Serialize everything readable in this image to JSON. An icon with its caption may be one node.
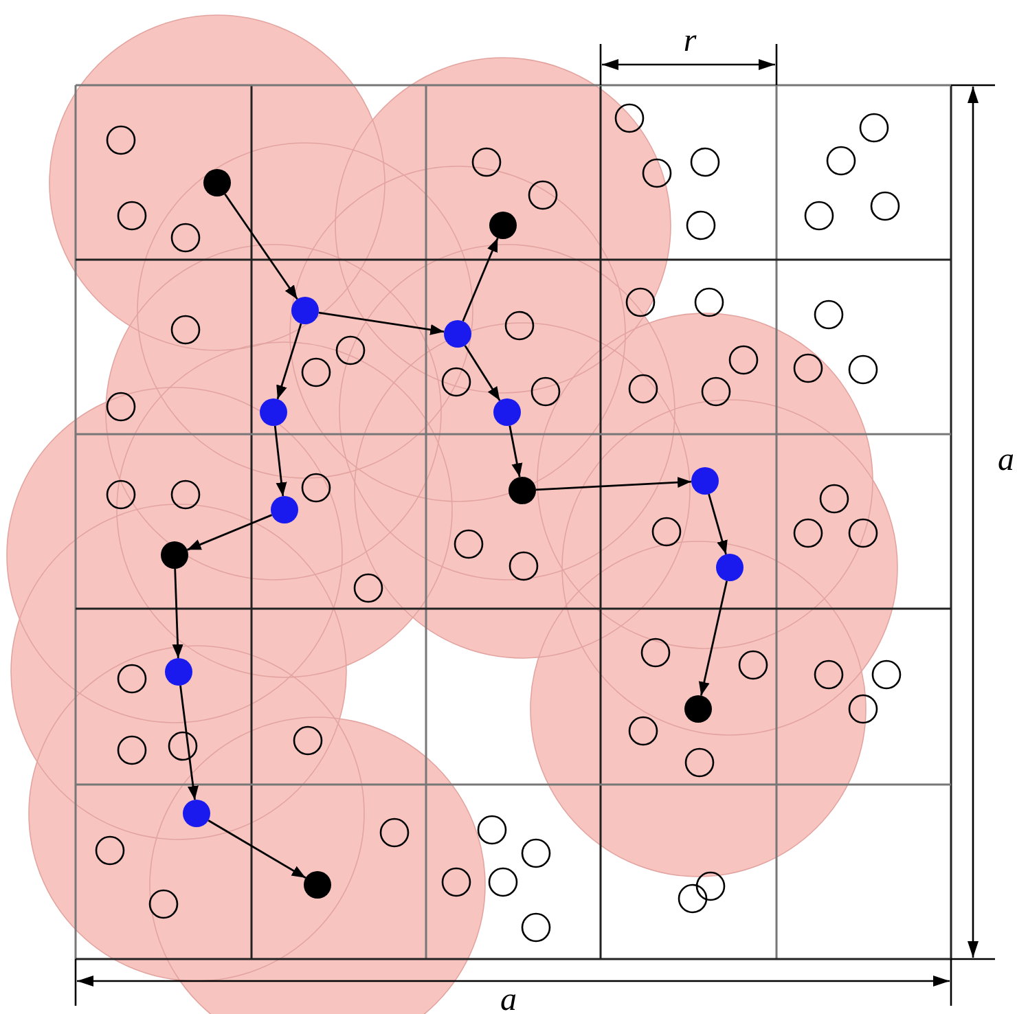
{
  "diagram": {
    "nodes": [
      {
        "text": [],
        "shape": "circle"
      },
      {
        "text": [],
        "shape": "circle"
      },
      {
        "text": [],
        "shape": "circle"
      },
      {
        "text": [],
        "shape": "circle"
      },
      {
        "text": [],
        "shape": "circle"
      },
      {
        "text": [],
        "shape": "circle"
      },
      {
        "text": [],
        "shape": "circle"
      },
      {
        "text": [],
        "shape": "circle"
      },
      {
        "text": [],
        "shape": "circle"
      },
      {
        "text": [],
        "shape": "circle"
      },
      {
        "text": [],
        "shape": "circle"
      },
      {
        "text": [],
        "shape": "circle"
      },
      {
        "text": [],
        "shape": "circle"
      },
      {
        "text": [],
        "shape": "circle"
      },
      {
        "text": [],
        "shape": "circle"
      }
    ],
    "edges": [
      {
        "from": 0,
        "to": 2,
        "arrow": "to"
      },
      {
        "from": 2,
        "to": 3,
        "arrow": "to"
      },
      {
        "from": 2,
        "to": 4,
        "arrow": "to"
      },
      {
        "from": 3,
        "to": 1,
        "arrow": "to"
      },
      {
        "from": 3,
        "to": 5,
        "arrow": "to"
      },
      {
        "from": 5,
        "to": 7,
        "arrow": "to"
      },
      {
        "from": 7,
        "to": 6,
        "arrow": "to"
      },
      {
        "from": 6,
        "to": 10,
        "arrow": "to"
      },
      {
        "from": 10,
        "to": 12,
        "arrow": "to"
      },
      {
        "from": 4,
        "to": 8,
        "arrow": "to"
      },
      {
        "from": 8,
        "to": 9,
        "arrow": "to"
      },
      {
        "from": 9,
        "to": 11,
        "arrow": "to"
      },
      {
        "from": 11,
        "to": 13,
        "arrow": "to"
      },
      {
        "from": 13,
        "to": 14,
        "arrow": "to"
      }
    ],
    "labels": [
      "r",
      "a",
      "a"
    ]
  }
}
